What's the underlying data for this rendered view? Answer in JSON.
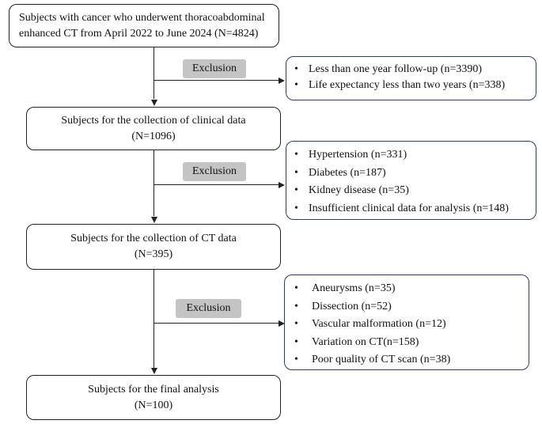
{
  "steps": [
    {
      "line1": "Subjects with cancer who underwent thoracoabdominal",
      "line2": "enhanced CT from April 2022 to June 2024 (N=4824)"
    },
    {
      "line1": "Subjects for the collection of clinical data",
      "line2": "(N=1096)"
    },
    {
      "line1": "Subjects for the collection of CT data",
      "line2": "(N=395)"
    },
    {
      "line1": "Subjects for the final analysis",
      "line2": "(N=100)"
    }
  ],
  "exclusions": [
    {
      "label": "Exclusion",
      "items": [
        "Less than one year follow-up (n=3390)",
        "Life expectancy less than two years (n=338)"
      ]
    },
    {
      "label": "Exclusion",
      "items": [
        "Hypertension (n=331)",
        "Diabetes (n=187)",
        "Kidney disease (n=35)",
        "Insufficient clinical data for analysis   (n=148)"
      ]
    },
    {
      "label": "Exclusion",
      "items": [
        "Aneurysms (n=35)",
        "Dissection (n=52)",
        "Vascular malformation (n=12)",
        "Variation on CT(n=158)",
        "Poor quality of CT scan (n=38)"
      ]
    }
  ]
}
